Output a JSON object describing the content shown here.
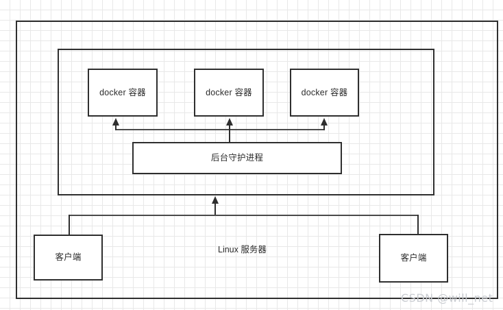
{
  "diagram": {
    "title_text": "Linux 服务器",
    "outer_container_name": "Linux server boundary",
    "inner_container_name": "docker engine boundary",
    "containers": [
      {
        "label": "docker 容器"
      },
      {
        "label": "docker 容器"
      },
      {
        "label": "docker 容器"
      }
    ],
    "daemon": {
      "label": "后台守护进程"
    },
    "clients": [
      {
        "label": "客户端"
      },
      {
        "label": "客户端"
      }
    ],
    "watermark": "CSDN @will_net",
    "colors": {
      "stroke": "#2e2e2e",
      "connector": "#4a4a4a",
      "grid": "#e8e8e8",
      "background": "#ffffff",
      "text": "#2b2b2b",
      "watermark": "#c9ccd1"
    }
  }
}
